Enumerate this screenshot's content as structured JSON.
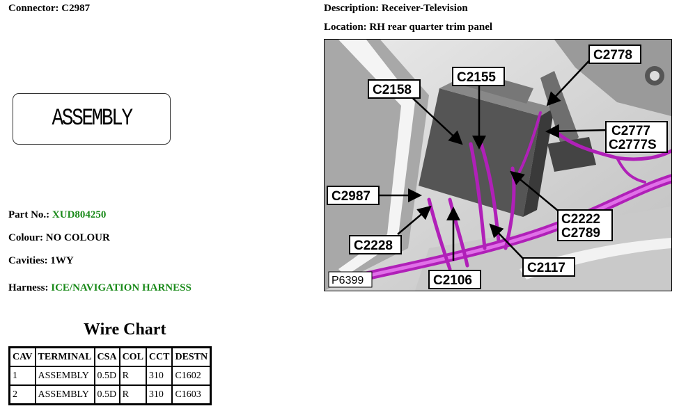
{
  "connector": {
    "label": "Connector:",
    "value": "C2987"
  },
  "description": {
    "label": "Description:",
    "value": "Receiver-Television"
  },
  "location": {
    "label": "Location:",
    "value": "RH rear quarter trim panel"
  },
  "assembly_box": {
    "text": "ASSEMBLY"
  },
  "part_no": {
    "label": "Part No.:",
    "value": "XUD804250"
  },
  "colour": {
    "label": "Colour:",
    "value": "NO COLOUR"
  },
  "cavities": {
    "label": "Cavities:",
    "value": "1WY"
  },
  "harness": {
    "label": "Harness:",
    "value": "ICE/NAVIGATION HARNESS"
  },
  "colors": {
    "link_green": "#1a8a1a",
    "harness_magenta": "#b020b8"
  },
  "wire_chart": {
    "title": "Wire Chart",
    "headers": [
      "CAV",
      "TERMINAL",
      "CSA",
      "COL",
      "CCT",
      "DESTN"
    ],
    "rows": [
      [
        "1",
        "ASSEMBLY",
        "0.5D",
        "R",
        "310",
        "C1602"
      ],
      [
        "2",
        "ASSEMBLY",
        "0.5D",
        "R",
        "310",
        "C1603"
      ]
    ]
  },
  "photo": {
    "ref": "P6399",
    "callouts": {
      "c2778": "C2778",
      "c2155": "C2155",
      "c2158": "C2158",
      "c2777": "C2777",
      "c2777s": "C2777S",
      "c2987": "C2987",
      "c2222": "C2222",
      "c2789": "C2789",
      "c2228": "C2228",
      "c2117": "C2117",
      "c2106": "C2106"
    }
  }
}
